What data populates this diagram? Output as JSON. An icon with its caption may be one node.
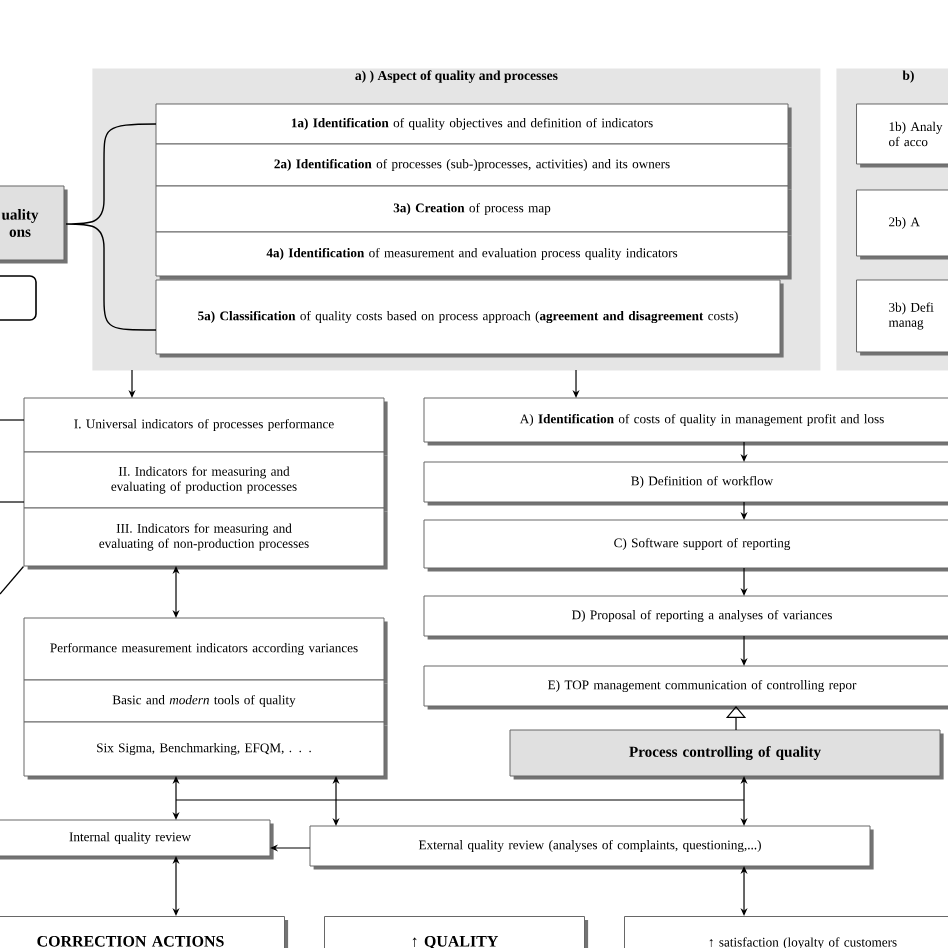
{
  "diagram": {
    "nodes": [
      {
        "text": [
          "a) ) Aspect of quality and processes"
        ]
      },
      {
        "text": [
          "**1a) Identification** of quality objectives and definition of indicators"
        ],
        "in": 0
      },
      {
        "text": [
          "**2a) Identification** of processes (sub-)processes, activities) and its owners"
        ],
        "in": 0
      },
      {
        "text": [
          "**3a) Creation** of process map"
        ],
        "in": 0
      },
      {
        "text": [
          "**4a) Identification** of measurement and evaluation process quality indicators"
        ],
        "in": 0
      },
      {
        "text": [
          "**5a) Classification** of quality costs based on process approach (**agreement and disagreement** costs)"
        ],
        "in": 0
      },
      {
        "text": [
          "b)"
        ]
      },
      {
        "text": [
          "1b) Analy of acco"
        ],
        "in": 6
      },
      {
        "text": [
          "2b) A"
        ],
        "in": 6
      },
      {
        "text": [
          "3b) Defi manag"
        ],
        "in": 6
      },
      {
        "text": [
          "uality ons"
        ]
      },
      {
        "text": [],
        "shape": "box"
      },
      {
        "text": [
          "I. Universal indicators of processes performance"
        ]
      },
      {
        "text": [
          "II. Indicators for measuring and evaluating of production processes"
        ]
      },
      {
        "text": [
          "III. Indicators for measuring and evaluating of non-production processes"
        ]
      },
      {
        "text": [
          "Performance measurement indicators according variances"
        ]
      },
      {
        "text": [
          "Basic and *modern* tools of quality"
        ]
      },
      {
        "text": [
          "Six Sigma, Benchmarking, EFQM, . . ."
        ]
      },
      {
        "text": [
          "A) **Identification** of costs of quality in management profit and loss"
        ]
      },
      {
        "text": [
          "B) Definition of workflow"
        ]
      },
      {
        "text": [
          "C) Software support of reporting"
        ]
      },
      {
        "text": [
          "D) Proposal of reporting a analyses of variances"
        ]
      },
      {
        "text": [
          "E) TOP management communication of controlling repor"
        ]
      },
      {
        "text": [
          "Process controlling of quality"
        ]
      },
      {
        "text": [
          "Internal quality review"
        ]
      },
      {
        "text": [
          "External quality review (analyses of complaints, questioning,...)"
        ]
      },
      {
        "text": [
          "CORRECTION ACTIONS"
        ]
      },
      {
        "text": [
          "↑ QUALITY"
        ]
      },
      {
        "text": [
          "↑ satisfaction (loyalty of customers"
        ]
      }
    ],
    "edges": [
      {
        "from": 0,
        "to": 12,
        "arrow": "to"
      },
      {
        "from": 0,
        "to": 18,
        "arrow": "to"
      },
      {
        "from": 18,
        "to": 19,
        "arrow": "to"
      },
      {
        "from": 19,
        "to": 20,
        "arrow": "to"
      },
      {
        "from": 20,
        "to": 21,
        "arrow": "to"
      },
      {
        "from": 21,
        "to": 22,
        "arrow": "to"
      },
      {
        "from": 23,
        "to": 22,
        "arrow": "to"
      },
      {
        "from": 14,
        "to": 15,
        "arrow": "both"
      },
      {
        "from": 17,
        "to": 24,
        "arrow": "both"
      },
      {
        "from": 17,
        "to": 25,
        "arrow": "both"
      },
      {
        "from": 23,
        "to": 25,
        "arrow": "both"
      },
      {
        "from": 25,
        "to": 24,
        "arrow": "to"
      },
      {
        "from": 24,
        "to": 26,
        "arrow": "both"
      },
      {
        "from": 25,
        "to": 28,
        "arrow": "both"
      },
      {
        "from": null,
        "to": 12,
        "arrow": "none"
      },
      {
        "from": null,
        "to": 13,
        "arrow": "none"
      },
      {
        "from": null,
        "to": 14,
        "arrow": "none"
      }
    ]
  }
}
